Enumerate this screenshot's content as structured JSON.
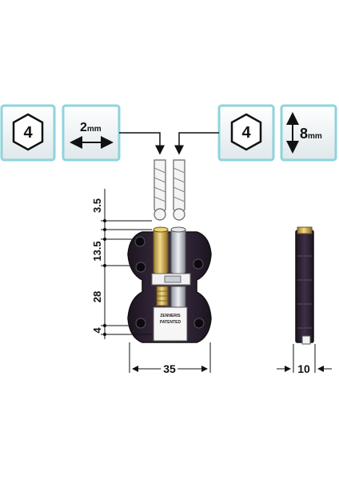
{
  "icons": [
    {
      "name": "hex-wrench-size",
      "text": "4",
      "icon": "hexagon-icon"
    },
    {
      "name": "screw-diameter",
      "number": "2",
      "unit": "mm",
      "icon": "horizontal-double-arrow-icon"
    },
    {
      "name": "hex-wrench-size-2",
      "text": "4",
      "icon": "hexagon-icon"
    },
    {
      "name": "screw-length",
      "number": "8",
      "unit": "mm",
      "icon": "vertical-double-arrow-icon"
    }
  ],
  "dimensions": {
    "top_gap": "3.5",
    "upper_section": "13.5",
    "middle_section": "28",
    "bottom_section": "4",
    "width": "35",
    "depth": "10"
  },
  "label_plate": {
    "line1": "ZENNERIS",
    "line2": "PATENTED"
  },
  "colors": {
    "icon_border": "#8fd3dc",
    "icon_bg_top": "#ffffff",
    "icon_bg_bottom": "#dde7ea",
    "body": "#2a1f2e",
    "brass": "#d7b15a",
    "steel": "#c9ced6"
  }
}
